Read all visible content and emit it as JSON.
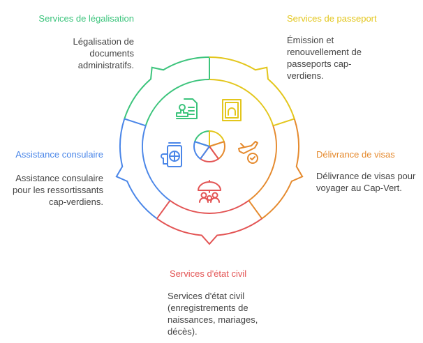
{
  "colors": {
    "green": "#3cc47c",
    "yellow": "#e3c61c",
    "orange": "#e58a2e",
    "red": "#e35454",
    "blue": "#4a86e8",
    "text": "#444444"
  },
  "segments": [
    {
      "key": "legalisation",
      "title": "Services de légalisation",
      "description": "Légalisation de documents administratifs.",
      "color": "#3cc47c",
      "icon": "document-stamp-icon"
    },
    {
      "key": "passeport",
      "title": "Services de passeport",
      "description": "Émission et renouvellement de passeports cap-verdiens.",
      "color": "#e3c61c",
      "icon": "passport-photo-icon"
    },
    {
      "key": "visas",
      "title": "Délivrance de visas",
      "description": "Délivrance de visas pour voyager au Cap-Vert.",
      "color": "#e58a2e",
      "icon": "plane-check-icon"
    },
    {
      "key": "etat_civil",
      "title": "Services d'état civil",
      "description": "Services d'état civil (enregistrements de naissances, mariages, décès).",
      "color": "#e35454",
      "icon": "family-umbrella-icon"
    },
    {
      "key": "consulaire",
      "title": "Assistance consulaire",
      "description": "Assistance consulaire pour les ressortissants cap-verdiens.",
      "color": "#4a86e8",
      "icon": "passport-globe-icon"
    }
  ]
}
